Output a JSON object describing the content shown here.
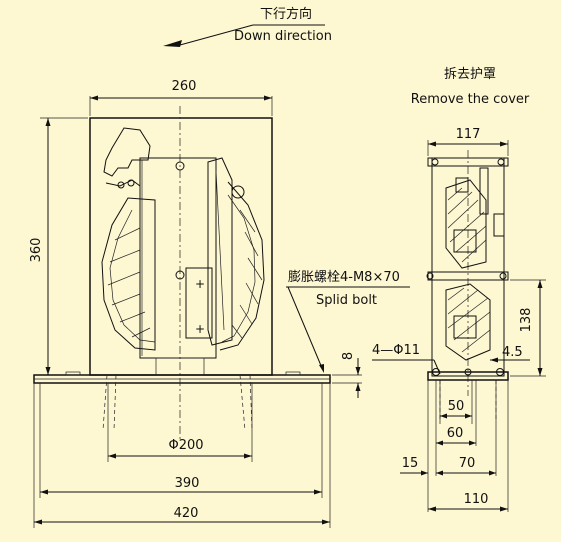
{
  "direction": {
    "label_cn": "下行方向",
    "label_en": "Down direction"
  },
  "side_view": {
    "title_cn": "拆去护罩",
    "title_en": "Remove the cover"
  },
  "bolt": {
    "label_cn": "膨胀螺栓4-M8×70",
    "label_en": "Splid bolt"
  },
  "holes": {
    "label": "4—Φ11"
  },
  "dimensions": {
    "cover_width": "260",
    "height": "360",
    "base_thickness": "8",
    "wheel_diameter": "Φ200",
    "bolt_spacing": "390",
    "base_width": "420",
    "side_width": "117",
    "side_height": "138",
    "offset": "4.5",
    "d50": "50",
    "d60": "60",
    "d15": "15",
    "d70": "70",
    "d110": "110"
  },
  "colors": {
    "background": "#fdf7d2",
    "line": "#111111"
  }
}
